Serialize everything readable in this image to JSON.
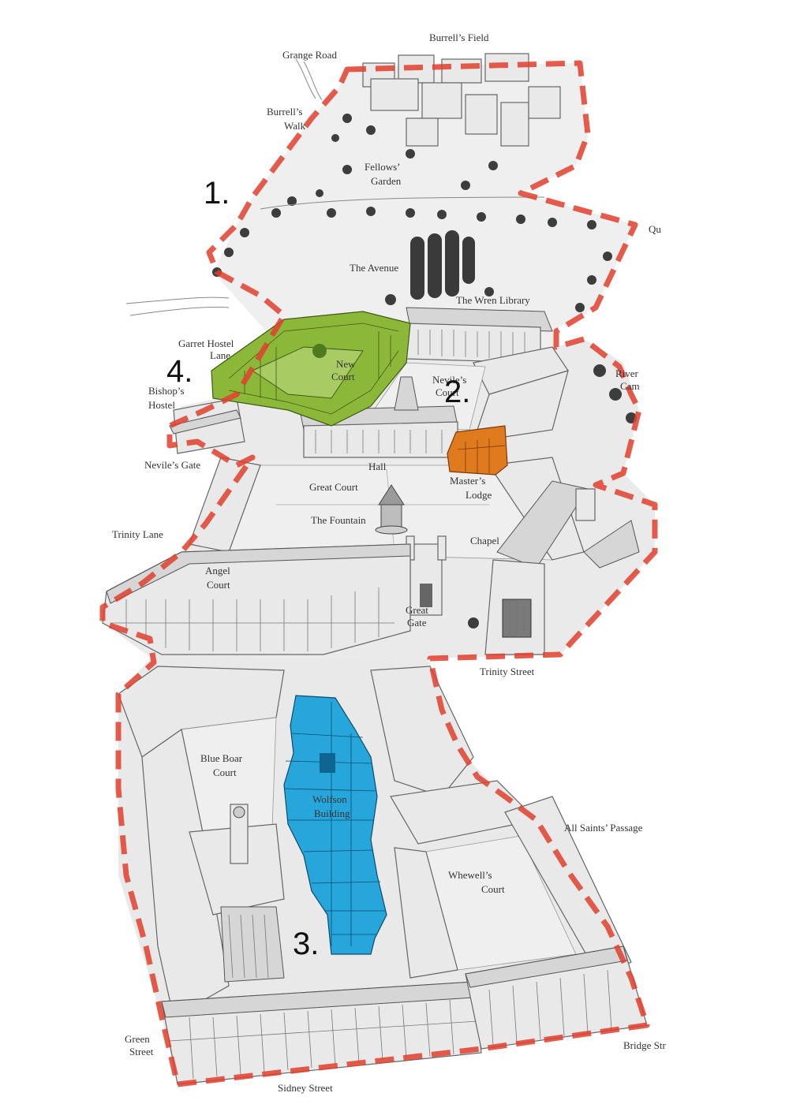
{
  "colors": {
    "boundary": "#e0402e",
    "new_court": "#8cb83a",
    "masters_lodge": "#e07a1f",
    "wolfson_building": "#27a6dc",
    "ink": "#333333",
    "ground": "#ececec"
  },
  "markers": [
    {
      "id": "1",
      "text": "1."
    },
    {
      "id": "2",
      "text": "2."
    },
    {
      "id": "3",
      "text": "3."
    },
    {
      "id": "4",
      "text": "4."
    }
  ],
  "labels": {
    "burrells_field": "Burrell’s Field",
    "grange_road": "Grange Road",
    "burrells": "Burrell’s",
    "walk": "Walk",
    "fellows": "Fellows’",
    "garden": "Garden",
    "qu": "Qu",
    "the_avenue": "The Avenue",
    "wren_library": "The Wren Library",
    "garret_hostel": "Garret Hostel",
    "lane": "Lane",
    "new": "New",
    "court": "Court",
    "neviles": "Nevile’s",
    "neviles_court": "Court",
    "river": "River",
    "cam": "Cam",
    "bishops": "Bishop’s",
    "hostel": "Hostel",
    "neviles_gate": "Nevile’s Gate",
    "hall": "Hall",
    "masters": "Master’s",
    "lodge": "Lodge",
    "great_court": "Great Court",
    "the_fountain": "The Fountain",
    "chapel": "Chapel",
    "trinity_lane": "Trinity Lane",
    "angel": "Angel",
    "angel_court": "Court",
    "great": "Great",
    "gate": "Gate",
    "trinity_street": "Trinity Street",
    "blue_boar": "Blue Boar",
    "blue_boar_court": "Court",
    "wolfson": "Wolfson",
    "building": "Building",
    "all_saints_passage": "All Saints’ Passage",
    "whewells": "Whewell’s",
    "whewells_court": "Court",
    "green": "Green",
    "street": "Street",
    "sidney_street": "Sidney Street",
    "bridge_str": "Bridge Str"
  }
}
